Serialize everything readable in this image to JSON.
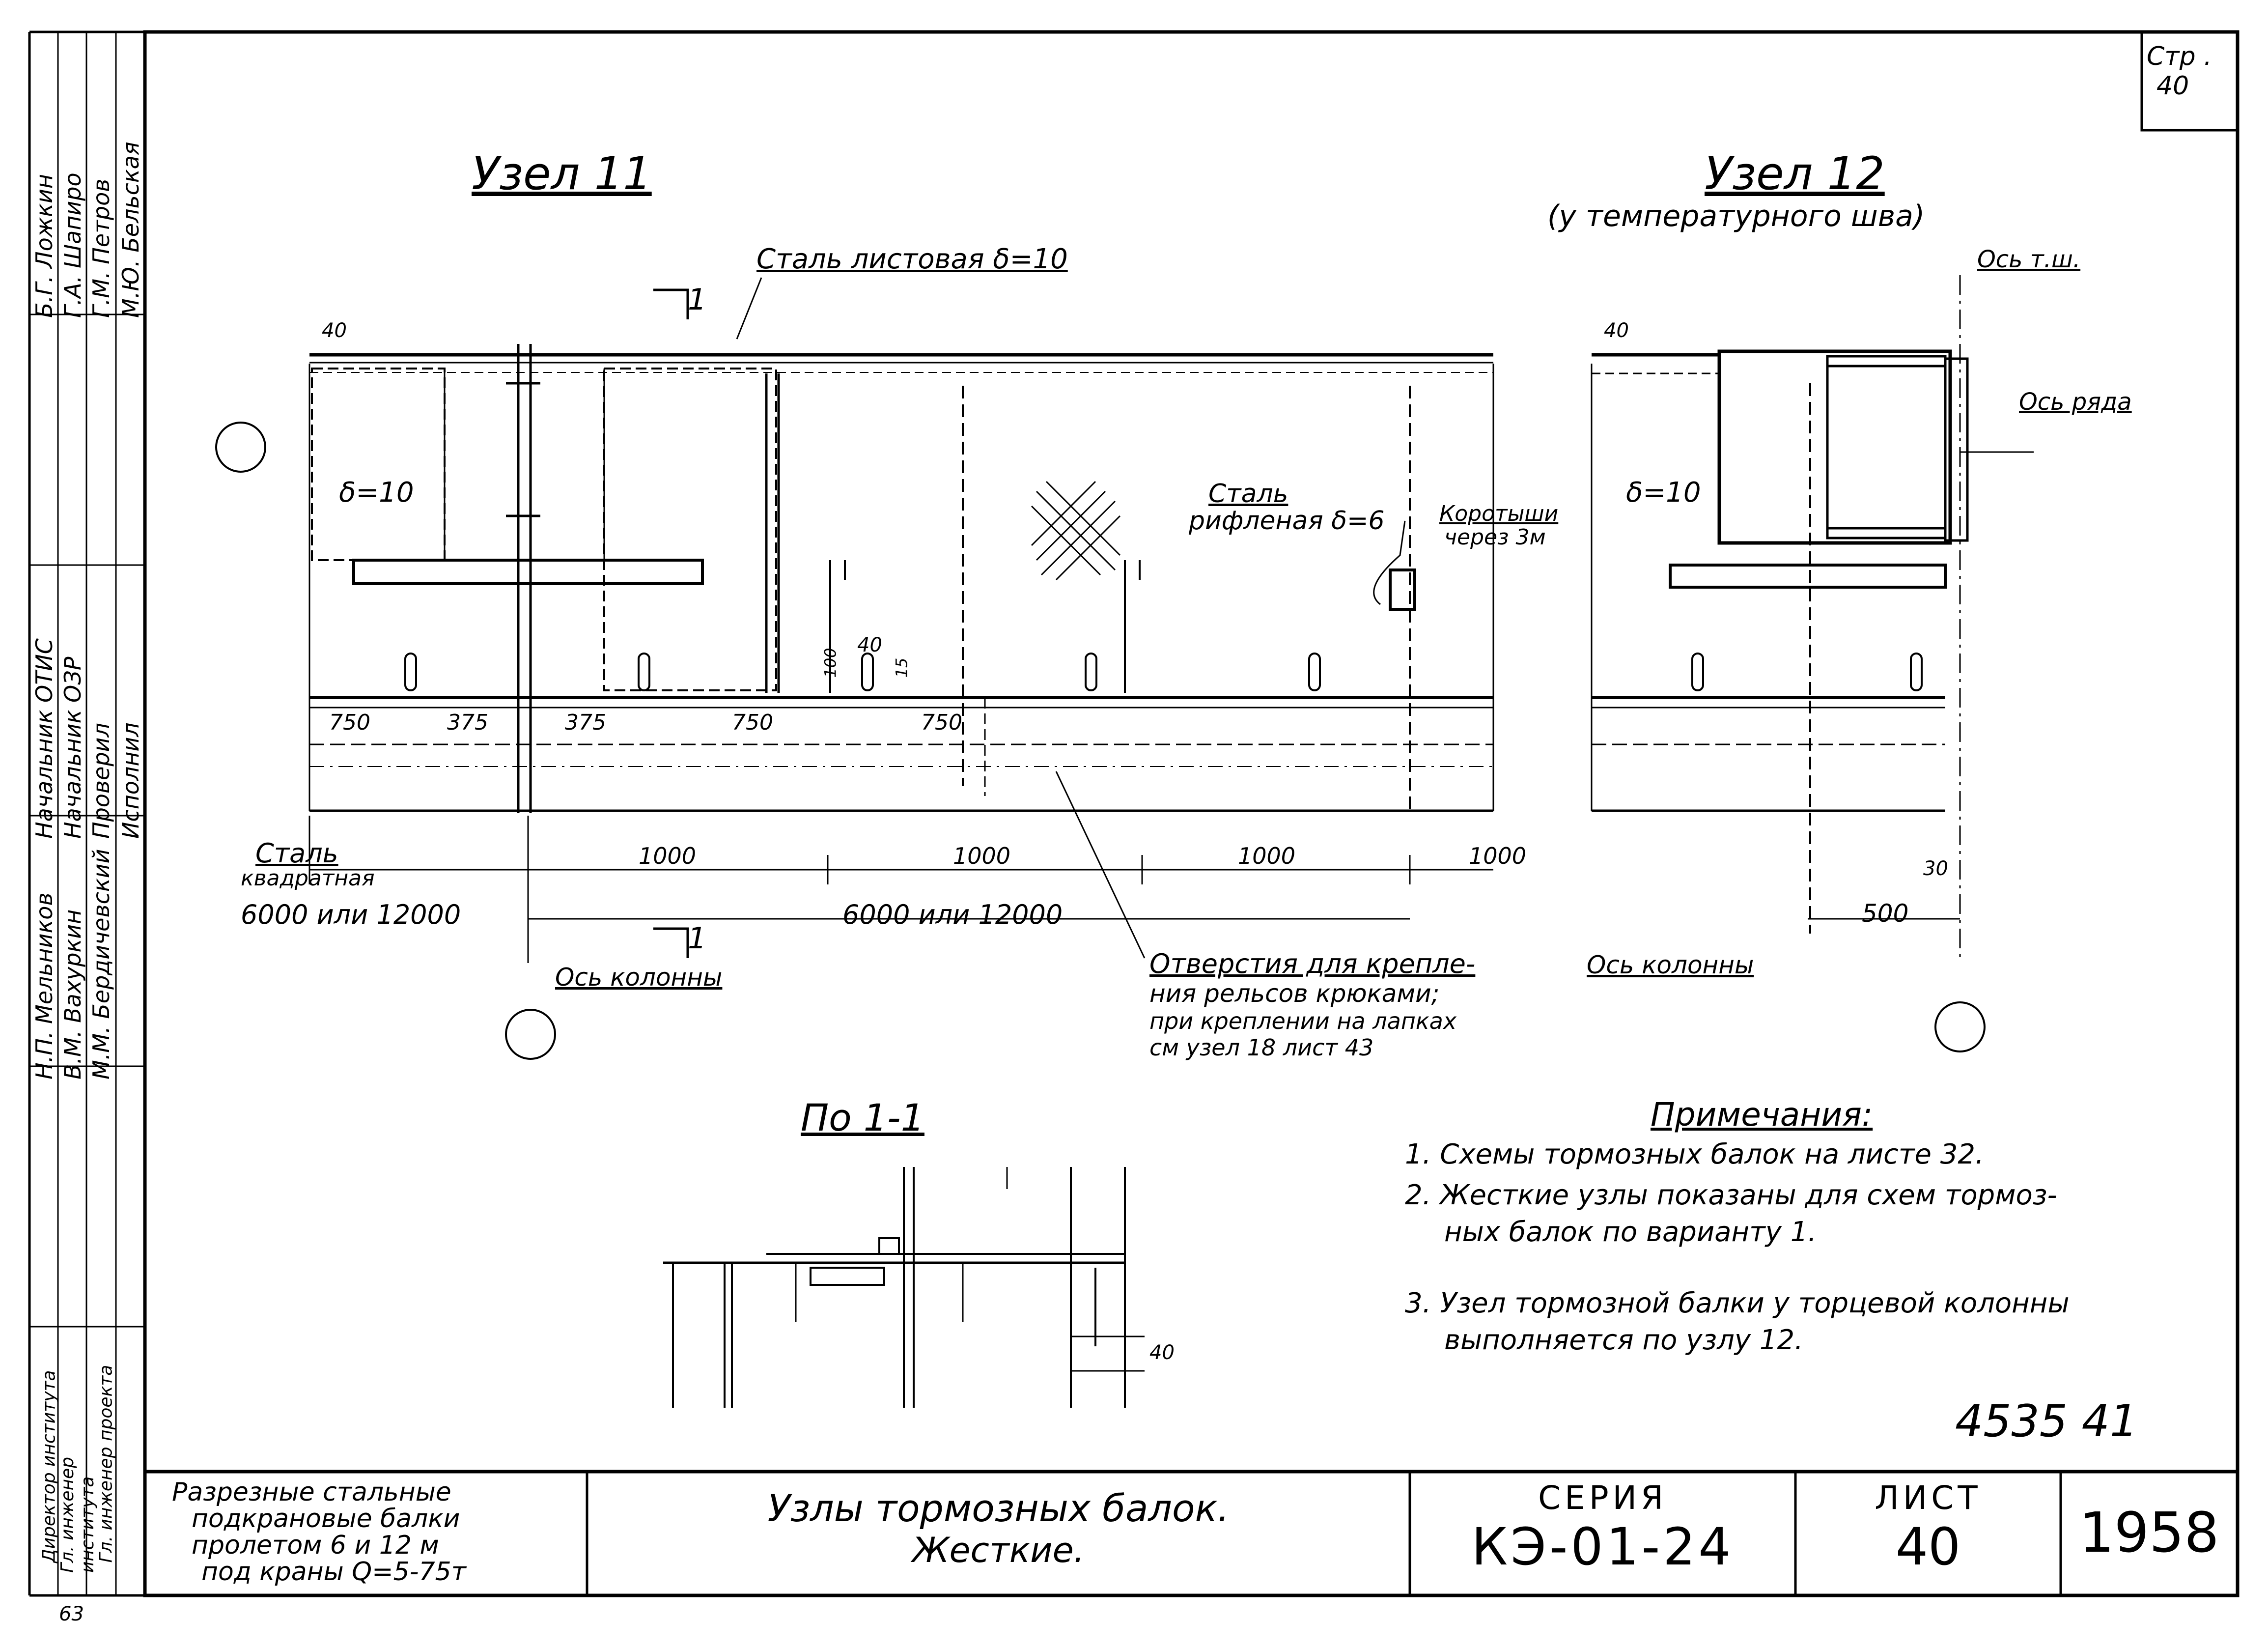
{
  "page_label": {
    "prefix": "Стр .",
    "number": "40"
  },
  "node11": {
    "title": "Узел 11",
    "steel_sheet": "Сталь листовая δ=10",
    "section_mark_top": "1",
    "section_mark_bottom": "1",
    "delta_left": "δ=10",
    "steel_checkered_1": "Сталь",
    "steel_checkered_2": "рифленая δ=6",
    "stubs_1": "Коротыши",
    "stubs_2": "через 3м",
    "dim_40_top": "40",
    "dim_40_mid": "40",
    "dim_100": "100",
    "dim_15": "15",
    "dims_small": [
      "750",
      "375",
      "375",
      "750",
      "750"
    ],
    "dims_1000": [
      "1000",
      "1000",
      "1000",
      "1000"
    ],
    "span_left": "6000 или 12000",
    "span_right": "6000 или 12000",
    "steel_square_1": "Сталь",
    "steel_square_2": "квадратная",
    "column_axis": "Ось колонны",
    "holes_note": [
      "Отверстия для крепле-",
      "ния рельсов крюками;",
      "при креплении на лапках",
      "см узел 18 лист 43"
    ]
  },
  "node12": {
    "title": "Узел 12",
    "subtitle": "(у температурного шва)",
    "axis_ts": "Ось т.ш.",
    "axis_row": "Ось ряда",
    "delta": "δ=10",
    "dim_40": "40",
    "dim_30": "30",
    "dim_500": "500",
    "column_axis": "Ось колонны"
  },
  "section": {
    "title": "По 1-1",
    "dim_40": "40"
  },
  "notes": {
    "title": "Примечания:",
    "items": [
      "1. Схемы тормозных балок на листе 32.",
      "2. Жесткие узлы показаны для схем тормоз-",
      "ных балок по варианту 1.",
      "3. Узел тормозной балки у торцевой колонны",
      "выполняется по узлу 12."
    ]
  },
  "archive_number": "4535 41",
  "title_block": {
    "left_text": [
      "Разрезные стальные",
      "подкрановые балки",
      "пролетом 6 и 12 м",
      "под краны Q=5-75т"
    ],
    "center_text": [
      "Узлы тормозных балок.",
      "Жесткие."
    ],
    "series_label": "СЕРИЯ",
    "series_value": "КЭ-01-24",
    "sheet_label": "ЛИСТ",
    "sheet_value": "40",
    "year": "1958"
  },
  "side_stamp": {
    "roles": [
      "Начальник ОТИС",
      "Начальник ОЗР",
      "Проверил",
      "Исполнил"
    ],
    "names": [
      "Б.Г. Ложкин",
      "Г.А. Шапиро",
      "Г.М. Петров",
      "М.Ю. Бельская"
    ],
    "director_roles": [
      "Директор института",
      "Гл. инженер института",
      "Гл. инженер проекта"
    ],
    "director_names": [
      "Н.П. Мельников",
      "В.М. Вахуркин",
      "М.М. Бердичевский"
    ]
  },
  "corner_mark": "63"
}
